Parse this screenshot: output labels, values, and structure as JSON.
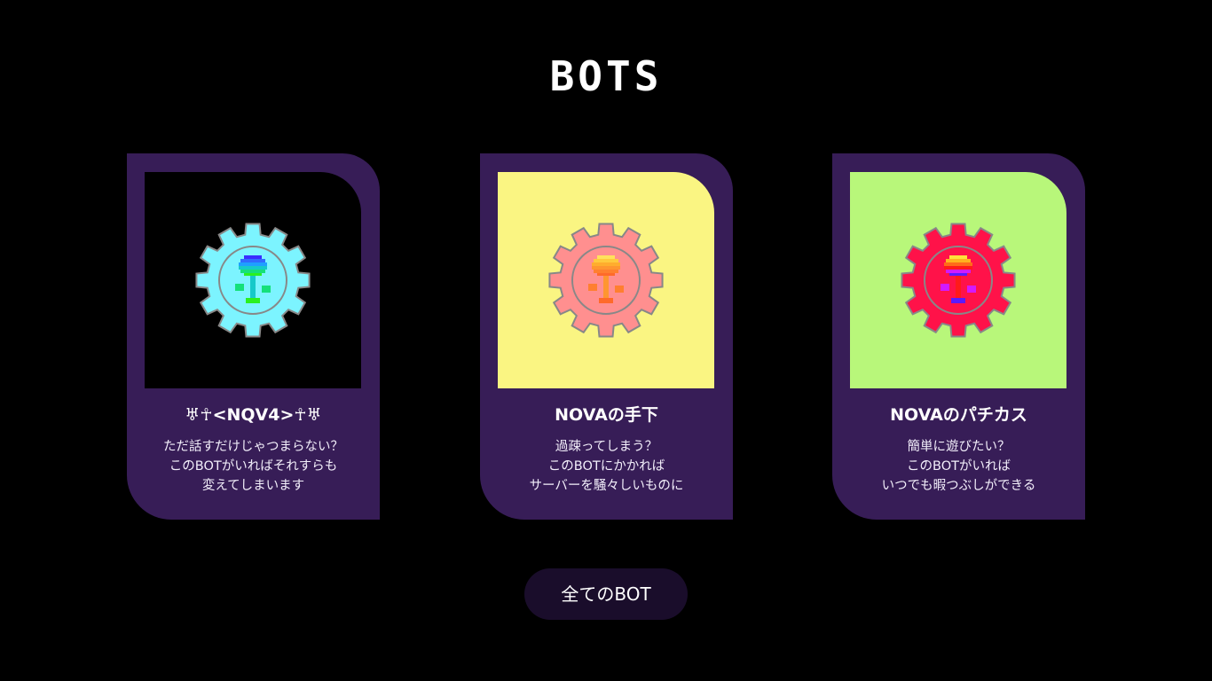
{
  "section": {
    "title": "BOTS"
  },
  "cards": [
    {
      "name": "♅☥<NQV4>☥♅",
      "desc": [
        "ただ話すだけじゃつまらない？",
        "このBOTがいればそれすらも",
        "変えてしまいます"
      ],
      "image_bg": "#000000",
      "gear_color": "#7cf4ff",
      "icon": "rainbow-mushroom-gear-icon"
    },
    {
      "name": "NOVAの手下",
      "desc": [
        "過疎ってしまう？",
        "このBOTにかかれば",
        "サーバーを騒々しいものに"
      ],
      "image_bg": "#faf582",
      "gear_color": "#ff8f8f",
      "icon": "orange-mushroom-gear-icon"
    },
    {
      "name": "NOVAのパチカス",
      "desc": [
        "簡単に遊びたい？",
        "このBOTがいれば",
        "いつでも暇つぶしができる"
      ],
      "image_bg": "#b8f77a",
      "gear_color": "#ff1249",
      "icon": "red-mushroom-gear-icon"
    }
  ],
  "all_button": {
    "label": "全てのBOT"
  },
  "colors": {
    "background": "#000000",
    "card": "#371d57",
    "button": "#1a0d2b"
  }
}
